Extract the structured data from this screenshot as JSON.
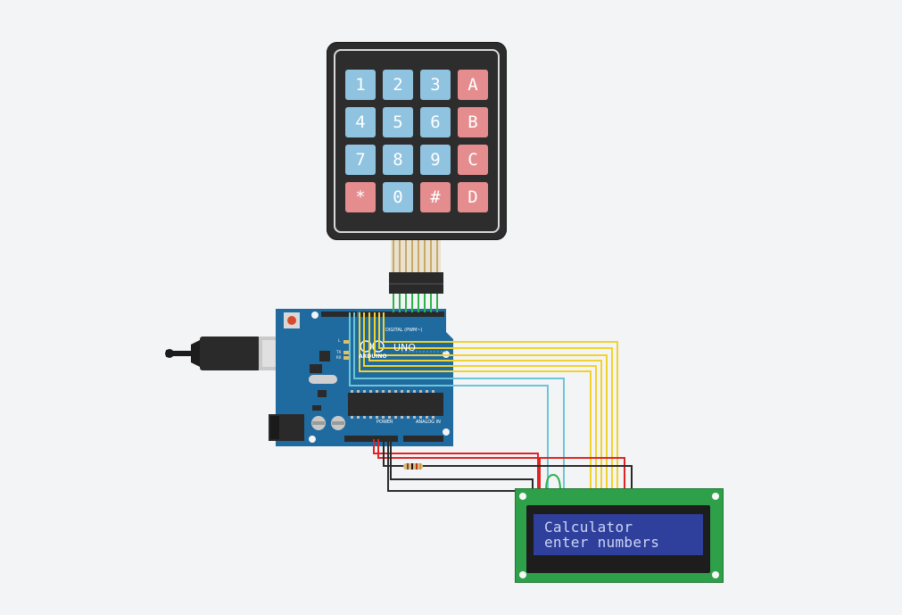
{
  "keypad": {
    "rows": [
      [
        "1",
        "2",
        "3",
        "A"
      ],
      [
        "4",
        "5",
        "6",
        "B"
      ],
      [
        "7",
        "8",
        "9",
        "C"
      ],
      [
        "*",
        "0",
        "#",
        "D"
      ]
    ]
  },
  "lcd": {
    "line1": "Calculator",
    "line2": "enter numbers"
  },
  "arduino": {
    "model": "UNO",
    "brand": "ARDUINO",
    "digital_label": "DIGITAL (PWM~)",
    "power_label": "POWER",
    "analog_label": "ANALOG IN",
    "tx_label": "TX",
    "rx_label": "RX",
    "l_label": "L"
  },
  "colors": {
    "wire_yellow": "#f2d22c",
    "wire_cyan": "#6cc6d8",
    "wire_red": "#e02424",
    "wire_black": "#2a2a2a",
    "wire_green": "#2fb24a",
    "board_blue": "#1f6a9e",
    "lcd_green": "#2fa04a",
    "lcd_blue": "#2e3f9c"
  }
}
